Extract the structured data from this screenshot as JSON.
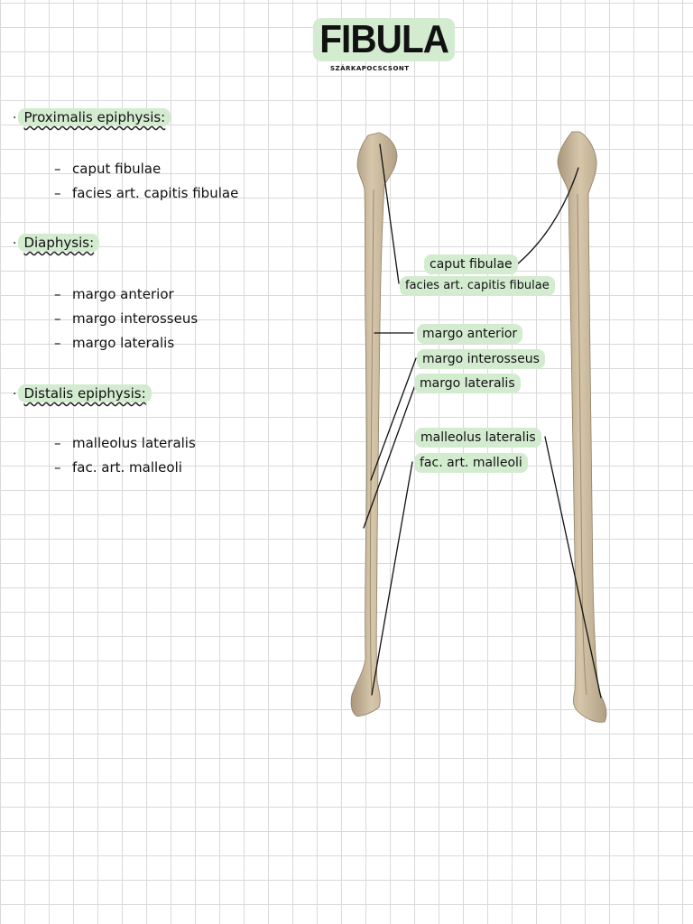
{
  "title": "FIBULA",
  "subtitle": "SZÁRKAPOCSCSONT",
  "notes": [
    {
      "heading": "Proximalis epiphysis:",
      "items": [
        "caput fibulae",
        "facies art. capitis fibulae"
      ]
    },
    {
      "heading": "Diaphysis:",
      "items": [
        "margo anterior",
        "margo interosseus",
        "margo lateralis"
      ]
    },
    {
      "heading": "Distalis epiphysis:",
      "items": [
        "malleolus lateralis",
        "fac. art. malleoli"
      ]
    }
  ],
  "labels": {
    "caput_fibulae": "caput fibulae",
    "facies_art_capitis": "facies art. capitis fibulae",
    "margo_anterior": "margo anterior",
    "margo_interosseus": "margo interosseus",
    "margo_lateralis": "margo lateralis",
    "malleolus_lateralis": "malleolus lateralis",
    "fac_art_malleoli": "fac. art. malleoli"
  },
  "colors": {
    "highlight": "#d3ecd0",
    "bone": "#c9b79b",
    "bone_shadow": "#a8977c",
    "grid": "#d9d9d9"
  }
}
